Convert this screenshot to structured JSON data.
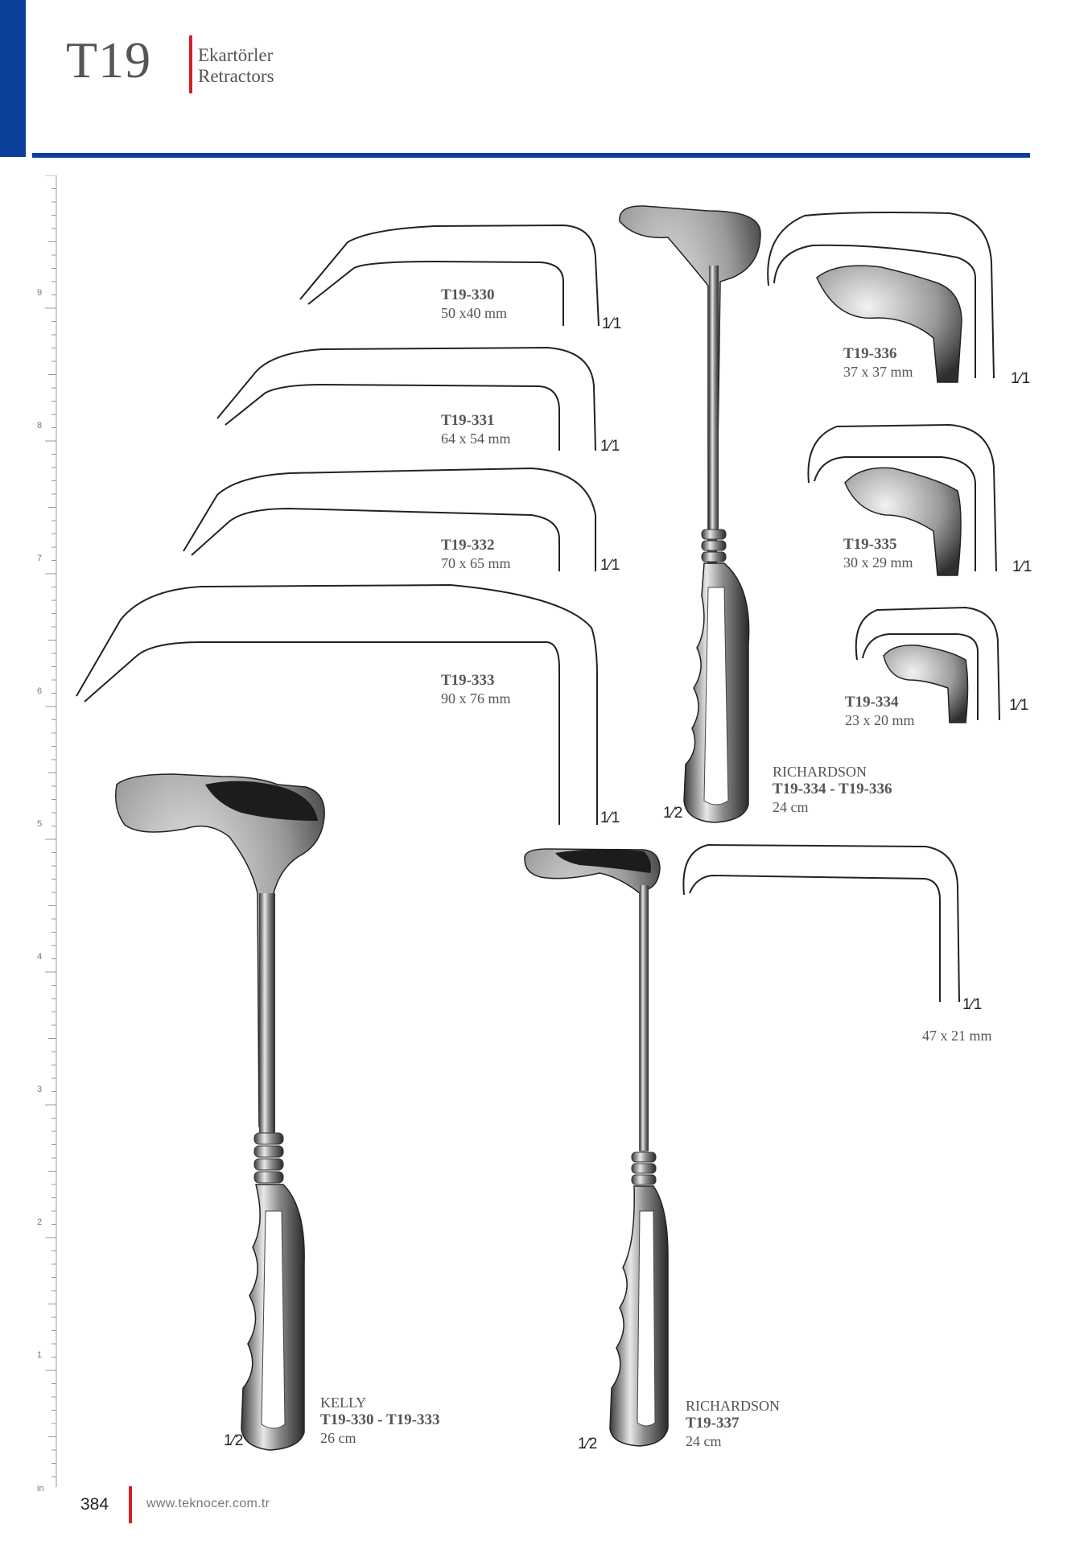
{
  "header": {
    "code": "T19",
    "title_tr": "Ekartörler",
    "title_en": "Retractors"
  },
  "ruler": {
    "unit": "in",
    "marks": [
      "9",
      "8",
      "7",
      "6",
      "5",
      "4",
      "3",
      "2",
      "1"
    ]
  },
  "blades": [
    {
      "code": "T19-330",
      "size": "50 x40 mm",
      "scale": "1⁄1"
    },
    {
      "code": "T19-331",
      "size": "64 x 54 mm",
      "scale": "1⁄1"
    },
    {
      "code": "T19-332",
      "size": "70 x 65 mm",
      "scale": "1⁄1"
    },
    {
      "code": "T19-333",
      "size": "90 x 76 mm",
      "scale": "1⁄1"
    },
    {
      "code": "T19-336",
      "size": "37 x 37 mm",
      "scale": "1⁄1"
    },
    {
      "code": "T19-335",
      "size": "30 x 29 mm",
      "scale": "1⁄1"
    },
    {
      "code": "T19-334",
      "size": "23 x 20 mm",
      "scale": "1⁄1"
    }
  ],
  "blade_337": {
    "size": "47 x 21 mm",
    "scale": "1⁄1"
  },
  "instruments": {
    "richardson_small": {
      "name": "RICHARDSON",
      "codes": "T19-334 - T19-336",
      "length": "24 cm",
      "scale": "1⁄2"
    },
    "kelly": {
      "name": "KELLY",
      "codes": "T19-330 - T19-333",
      "length": "26 cm",
      "scale": "1⁄2"
    },
    "richardson_337": {
      "name": "RICHARDSON",
      "codes": "T19-337",
      "length": "24 cm",
      "scale": "1⁄2"
    }
  },
  "footer": {
    "page": "384",
    "website": "www.teknocer.com.tr"
  }
}
